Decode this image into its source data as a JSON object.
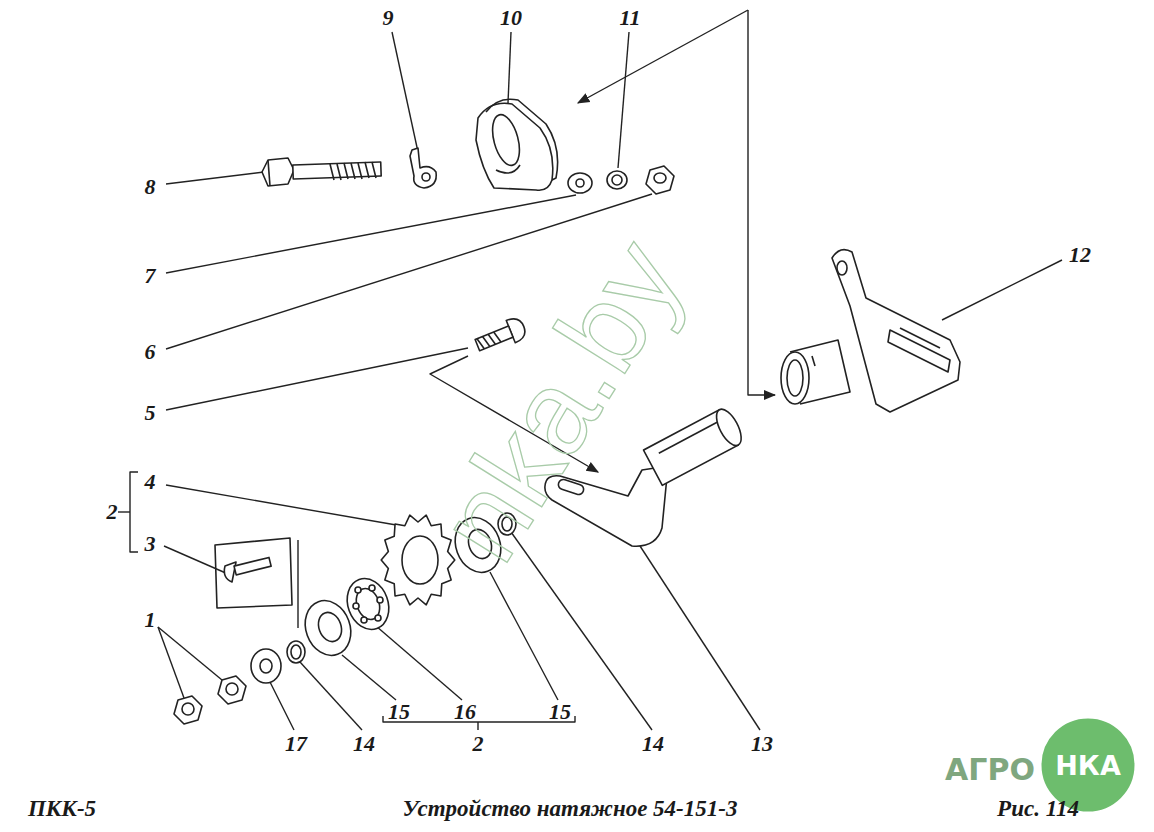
{
  "diagram": {
    "caption": "Устройство натяжное 54-151-3",
    "labels": [
      "9",
      "10",
      "11",
      "12",
      "8",
      "7",
      "6",
      "5",
      "4",
      "2",
      "3",
      "1",
      "17",
      "14",
      "15",
      "16",
      "15",
      "2",
      "14",
      "13",
      "nka.by",
      "АГРО",
      "НКА",
      "ПКК-5",
      "Рис.   114"
    ]
  }
}
